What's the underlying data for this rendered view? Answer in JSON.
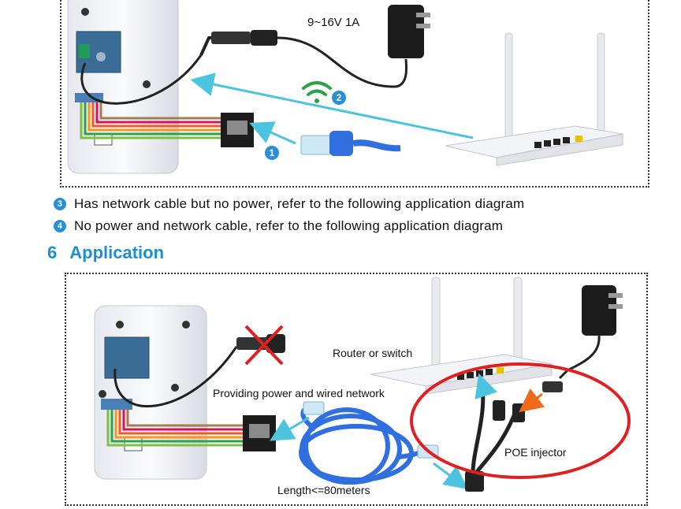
{
  "top_diagram": {
    "voltage_label": "9~16V 1A",
    "step1_badge": "1",
    "step2_badge": "2"
  },
  "notes": [
    {
      "badge": "3",
      "text": "Has network cable but no power, refer to the following application diagram"
    },
    {
      "badge": "4",
      "text": "No power and network cable, refer to the following application diagram"
    }
  ],
  "section": {
    "number": "6",
    "title": "Application"
  },
  "bottom_diagram": {
    "router_label": "Router or switch",
    "power_network_label": "Providing power and wired network",
    "poe_label": "POE injector",
    "length_label": "Length<=80meters"
  },
  "colors": {
    "accent_blue": "#1d8fd0",
    "cable_blue": "#2f6fe0",
    "red_mark": "#e02020",
    "arrow_cyan": "#4cc4e0"
  }
}
